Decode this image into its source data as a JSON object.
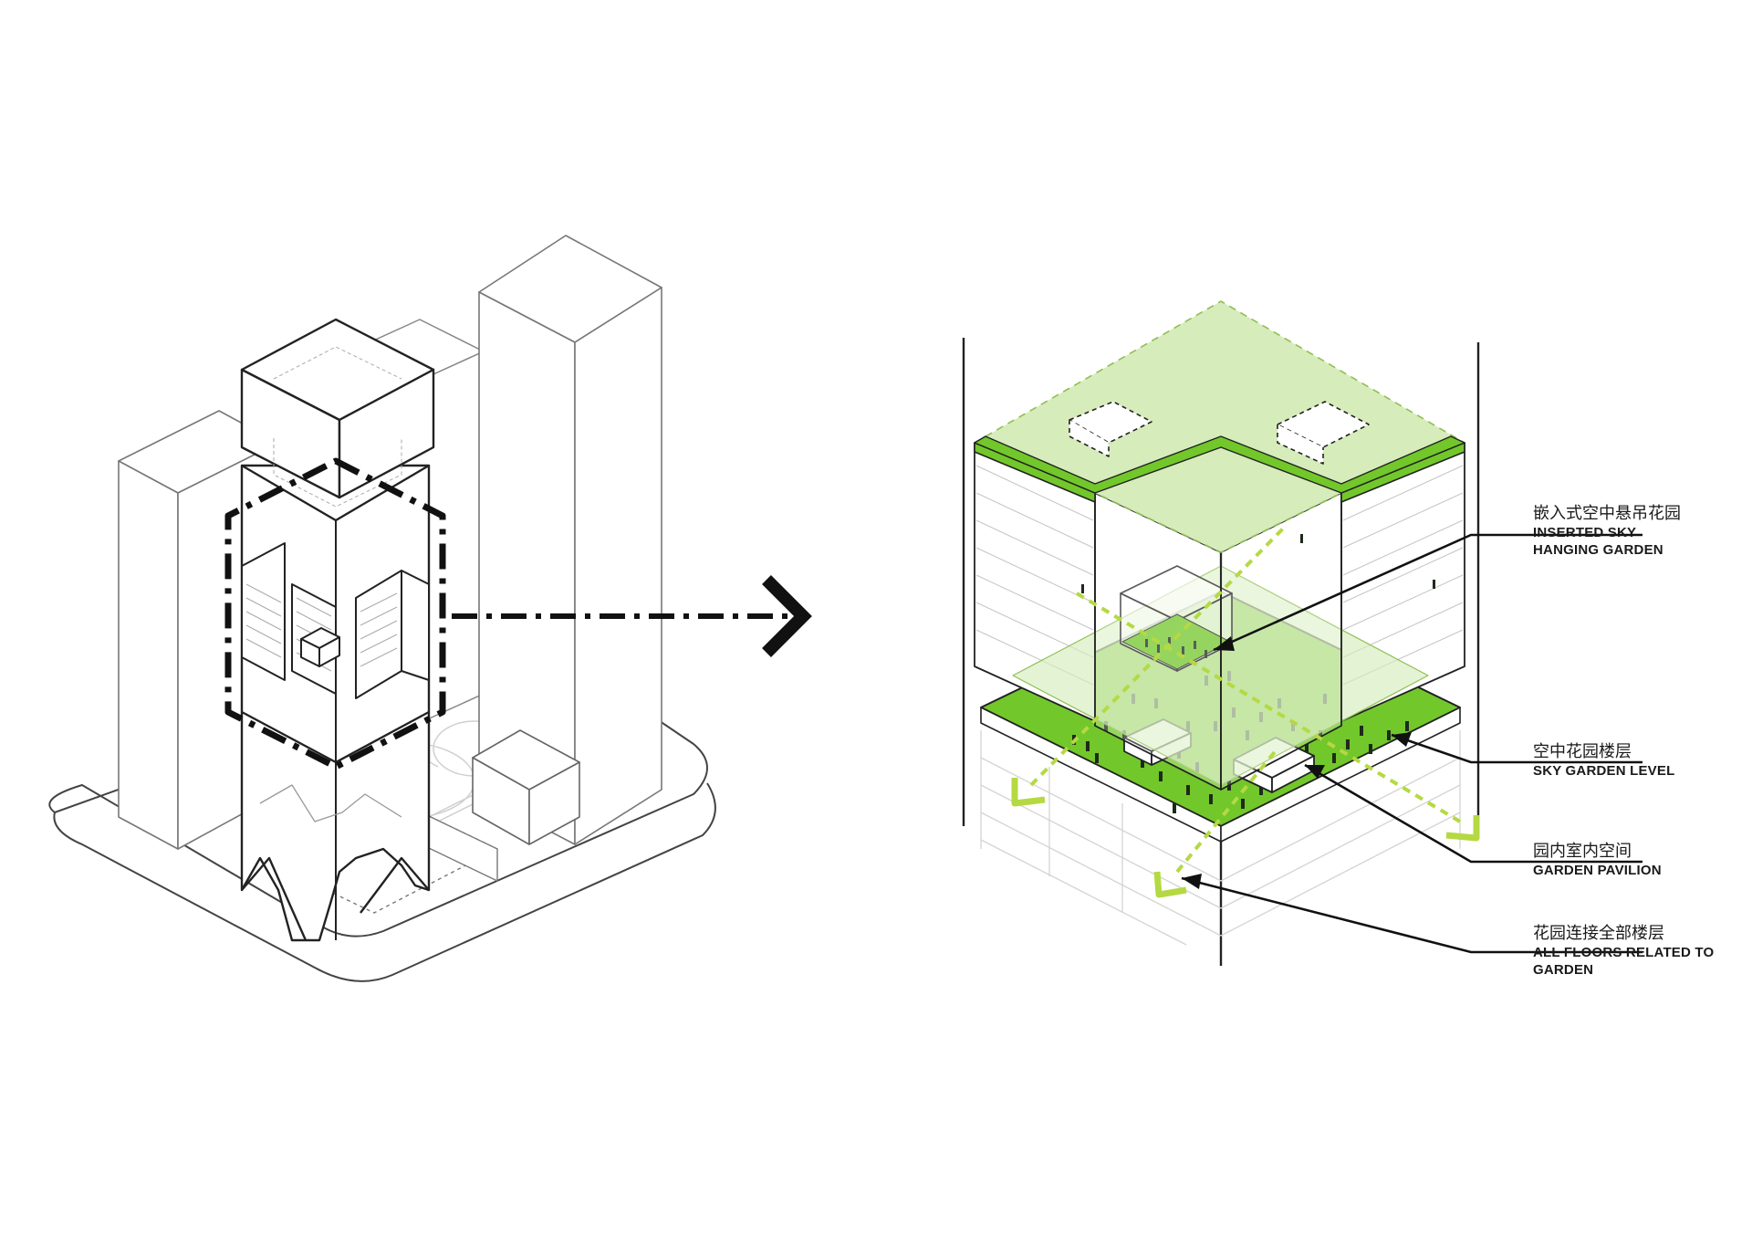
{
  "annotations": [
    {
      "id": "inserted-sky-hanging-garden",
      "zh": "嵌入式空中悬吊花园",
      "en_line1": "INSERTED SKY",
      "en_line2": "HANGING GARDEN"
    },
    {
      "id": "sky-garden-level",
      "zh": "空中花园楼层",
      "en_line1": "SKY GARDEN LEVEL",
      "en_line2": ""
    },
    {
      "id": "garden-pavilion",
      "zh": "园内室内空间",
      "en_line1": "GARDEN PAVILION",
      "en_line2": ""
    },
    {
      "id": "all-floors-related",
      "zh": "花园连接全部楼层",
      "en_line1": "ALL FLOORS RELATED TO",
      "en_line2": "GARDEN"
    }
  ],
  "colors": {
    "garden_green": "#72c72a",
    "light_green": "#d6ecbb",
    "flow_green": "#b5d943",
    "line": "#222222",
    "ghost_line": "#c8c8c8"
  },
  "icons": [
    "arrow-right-icon"
  ]
}
